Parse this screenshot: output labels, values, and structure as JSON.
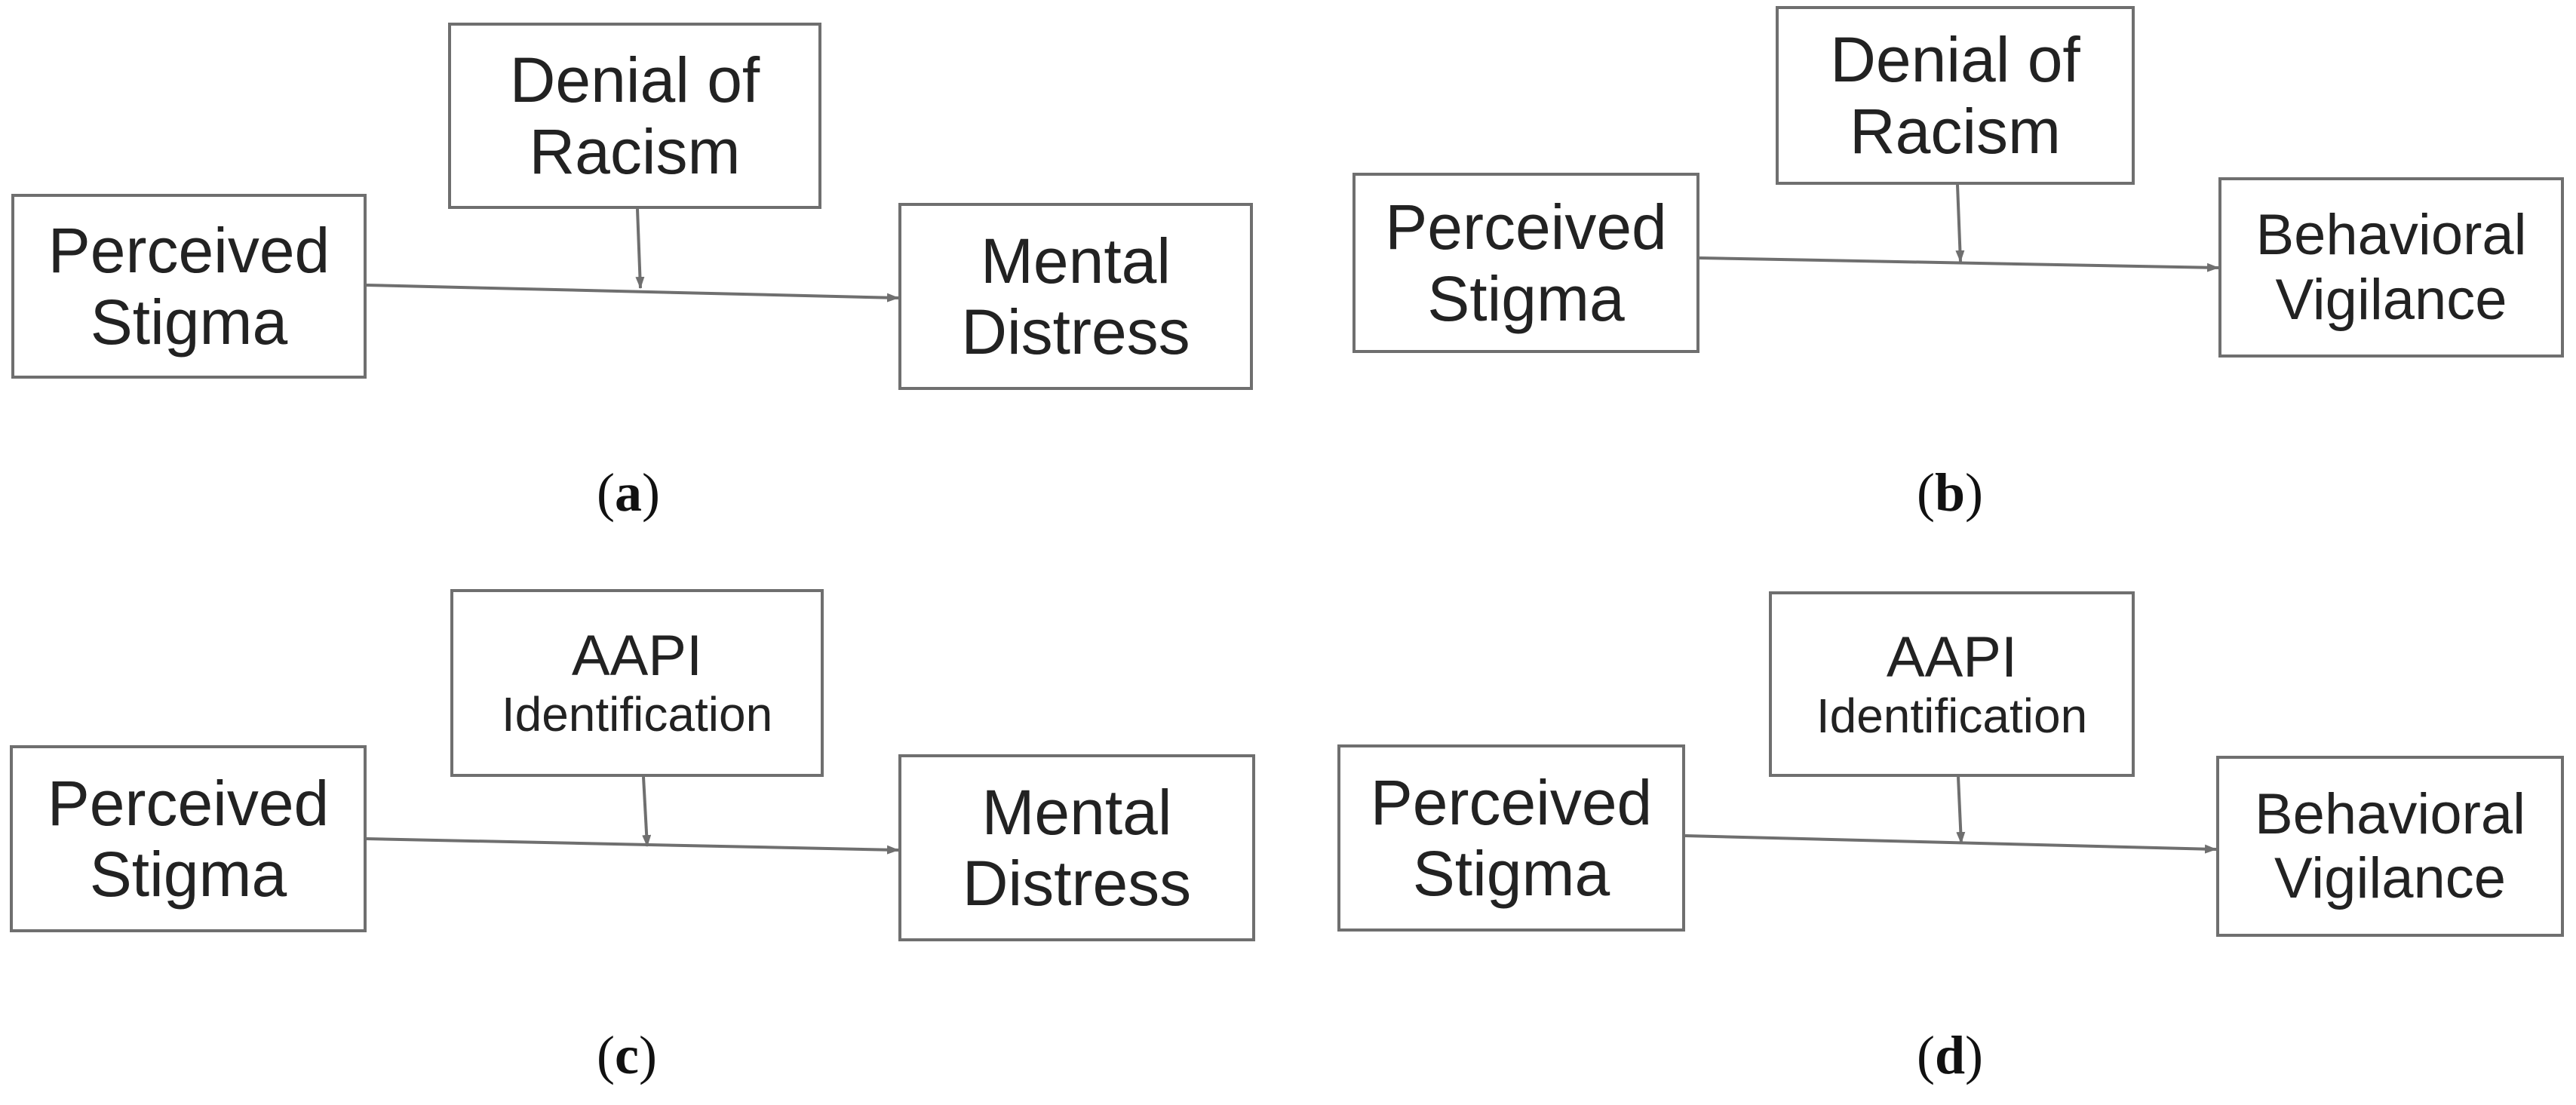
{
  "colors": {
    "box_border": "#6f6f6f",
    "arrow": "#6f6f6f",
    "text": "#222222"
  },
  "panels": [
    {
      "label": "a",
      "moderator": [
        "Denial of",
        "Racism"
      ],
      "predictor": [
        "Perceived",
        "Stigma"
      ],
      "outcome": [
        "Mental",
        "Distress"
      ]
    },
    {
      "label": "b",
      "moderator": [
        "Denial of",
        "Racism"
      ],
      "predictor": [
        "Perceived",
        "Stigma"
      ],
      "outcome": [
        "Behavioral",
        "Vigilance"
      ]
    },
    {
      "label": "c",
      "moderator": [
        "AAPI",
        "Identification"
      ],
      "predictor": [
        "Perceived",
        "Stigma"
      ],
      "outcome": [
        "Mental",
        "Distress"
      ]
    },
    {
      "label": "d",
      "moderator": [
        "AAPI",
        "Identification"
      ],
      "predictor": [
        "Perceived",
        "Stigma"
      ],
      "outcome": [
        "Behavioral",
        "Vigilance"
      ]
    }
  ]
}
